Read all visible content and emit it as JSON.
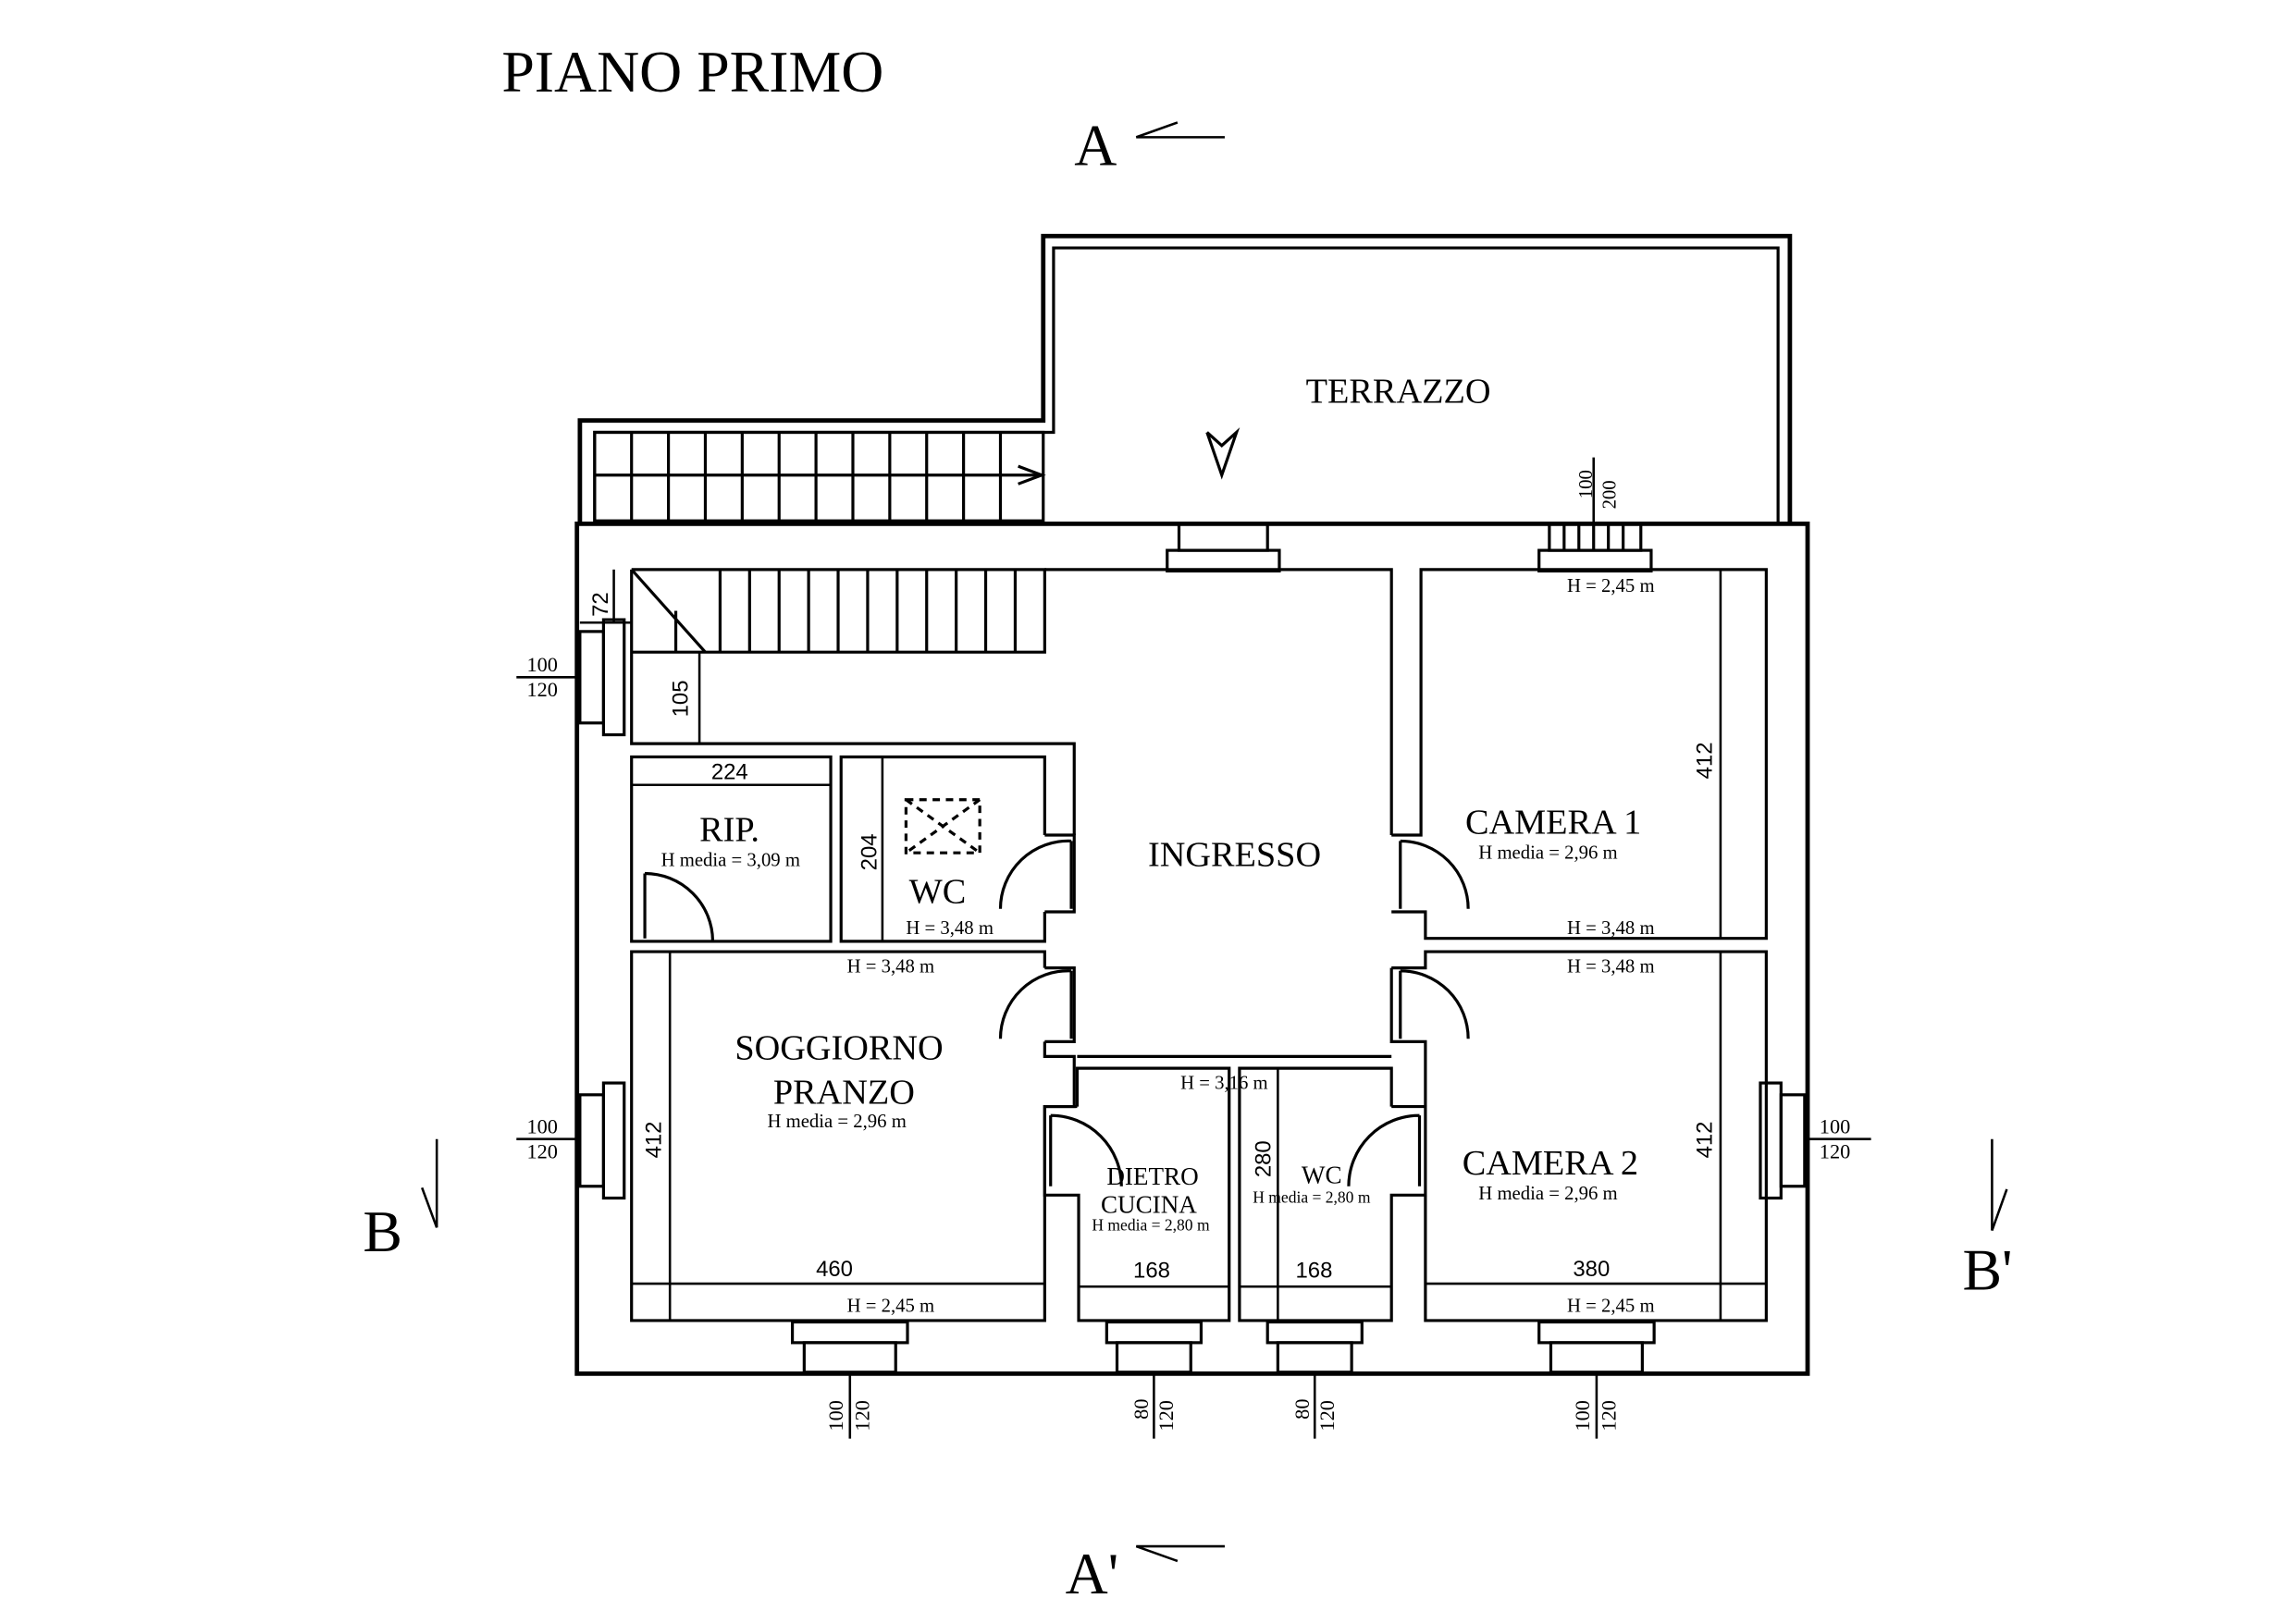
{
  "title": "PIANO PRIMO",
  "sections": {
    "a": "A",
    "a_prime": "A'",
    "b": "B",
    "b_prime": "B'"
  },
  "rooms": {
    "terrazzo": {
      "name": "TERRAZZO"
    },
    "ingresso": {
      "name": "INGRESSO",
      "height_1": "H = 3,16 m"
    },
    "ripostiglio": {
      "name": "RIP.",
      "height": "H media = 3,09 m"
    },
    "wc_1": {
      "name": "WC",
      "height": "H = 3,48 m"
    },
    "camera_1": {
      "name": "CAMERA 1",
      "height": "H media = 2,96 m",
      "h_top": "H = 2,45 m",
      "h_bottom": "H = 3,48 m"
    },
    "soggiorno": {
      "name_line1": "SOGGIORNO",
      "name_line2": "PRANZO",
      "height": "H media = 2,96 m",
      "h_top": "H = 3,48 m",
      "h_bottom": "H = 2,45 m"
    },
    "dietro_cucina": {
      "name_line1": "DIETRO",
      "name_line2": "CUCINA",
      "height": "H media = 2,80 m"
    },
    "wc_2": {
      "name": "WC",
      "height": "H media = 2,80 m"
    },
    "camera_2": {
      "name": "CAMERA 2",
      "height": "H media = 2,96 m",
      "h_top": "H = 3,48 m",
      "h_bottom": "H = 2,45 m"
    }
  },
  "dimensions": {
    "stair_72": "72",
    "stair_105": "105",
    "rip_width": "224",
    "wc_depth": "204",
    "camera1_depth": "412",
    "soggiorno_depth": "412",
    "camera2_depth": "412",
    "soggiorno_width": "460",
    "dietro_cucina_width": "168",
    "wc2_width": "168",
    "camera2_width": "380",
    "wc2_depth": "280"
  },
  "windows": {
    "left_top": {
      "w": "100",
      "h": "120"
    },
    "left_bottom": {
      "w": "100",
      "h": "120"
    },
    "right": {
      "w": "100",
      "h": "120"
    },
    "top_camera1": {
      "w": "100",
      "h": "200"
    },
    "bottom_soggiorno": {
      "w": "100",
      "h": "120"
    },
    "bottom_cucina": {
      "w": "80",
      "h": "120"
    },
    "bottom_wc": {
      "w": "80",
      "h": "120"
    },
    "bottom_camera2": {
      "w": "100",
      "h": "120"
    }
  }
}
